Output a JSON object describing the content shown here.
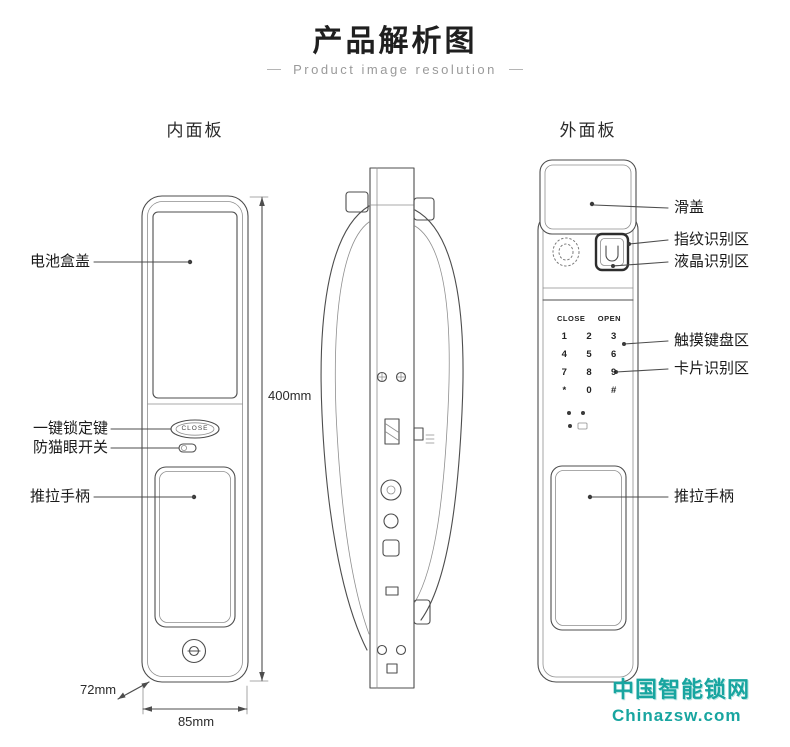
{
  "header": {
    "title": "产品解析图",
    "subtitle": "Product image resolution"
  },
  "sections": {
    "inner_heading": "内面板",
    "outer_heading": "外面板"
  },
  "inner_panel": {
    "labels": {
      "battery_cover": "电池盒盖",
      "one_key_lock": "一键锁定键",
      "anti_peephole_switch": "防猫眼开关",
      "handle": "推拉手柄"
    },
    "button_label": "CLOSE"
  },
  "outer_panel": {
    "labels": {
      "slide_cover": "滑盖",
      "fingerprint_area": "指纹识别区",
      "lcd_area": "液晶识别区",
      "touch_keypad_area": "触摸键盘区",
      "card_reader_area": "卡片识别区",
      "handle": "推拉手柄"
    },
    "keypad": {
      "close": "CLOSE",
      "open": "OPEN",
      "rows": [
        [
          "1",
          "2",
          "3"
        ],
        [
          "4",
          "5",
          "6"
        ],
        [
          "7",
          "8",
          "9"
        ],
        [
          "*",
          "0",
          "#"
        ]
      ]
    }
  },
  "dimensions": {
    "height": "400mm",
    "depth": "72mm",
    "width": "85mm"
  },
  "watermark": {
    "site_cn": "中国智能锁网",
    "site_en": "Chinazsw.com"
  }
}
